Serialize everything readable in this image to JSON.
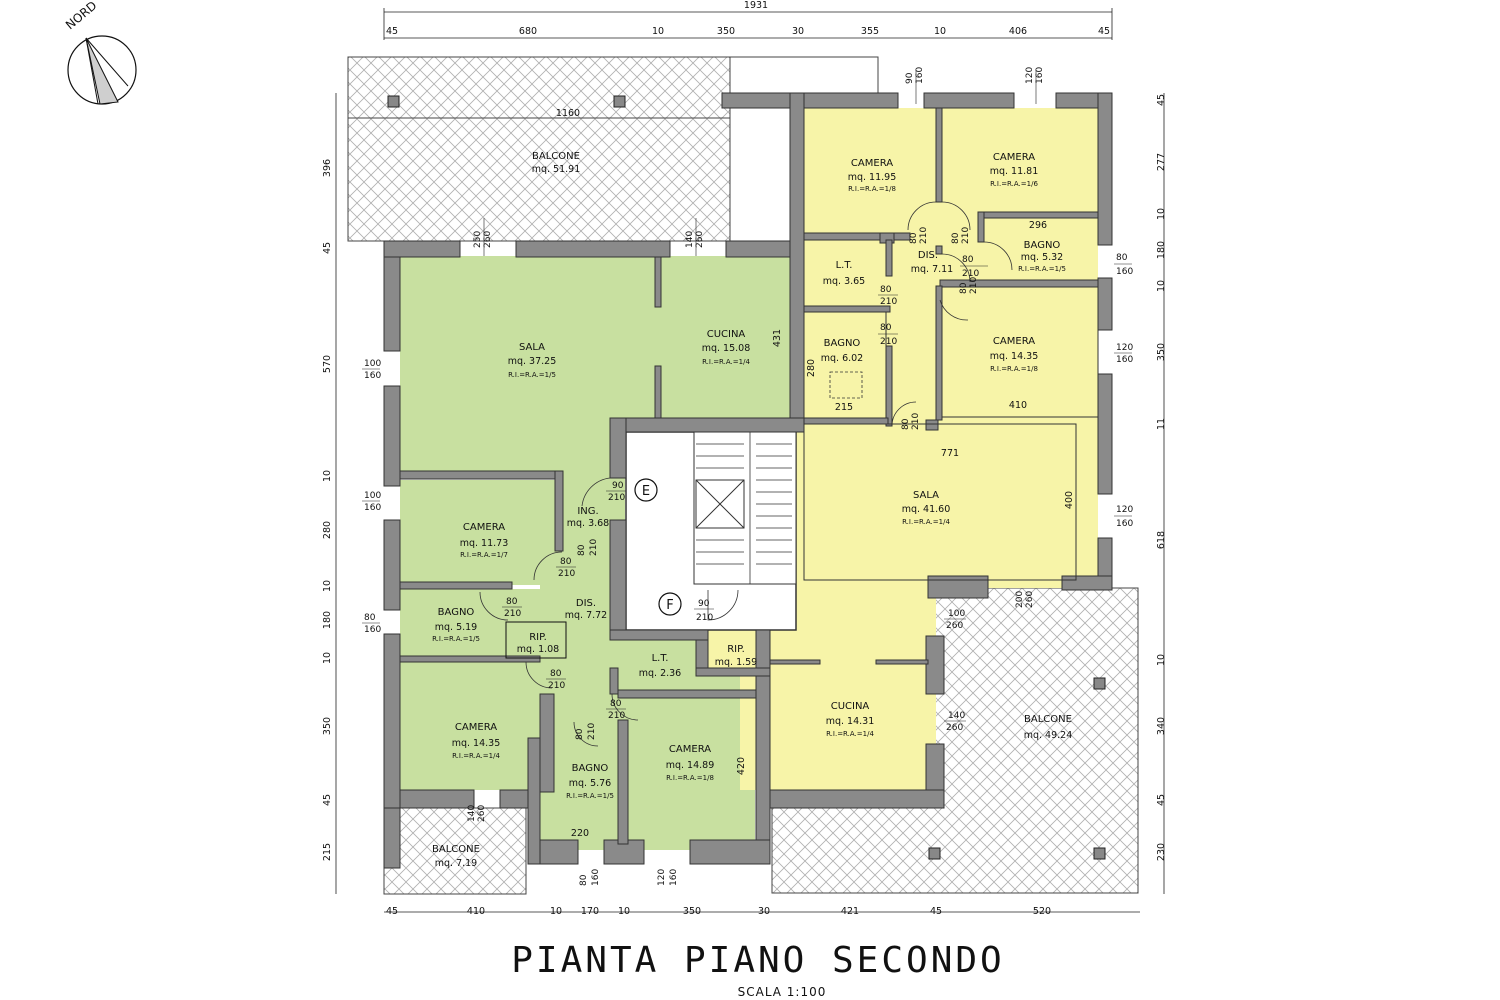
{
  "title": "PIANTA  PIANO  SECONDO",
  "scale": "SCALA  1:100",
  "north_label": "NORD",
  "colors": {
    "green_apartment": "#c8e0a0",
    "yellow_apartment": "#f7f4a8",
    "wall": "#8a8a8a",
    "hatch": "#9a9a9a"
  },
  "top_total": "1931",
  "top_dims": [
    "45",
    "680",
    "10",
    "350",
    "30",
    "355",
    "10",
    "406",
    "45"
  ],
  "bottom_dims": [
    "45",
    "410",
    "10",
    "170",
    "10",
    "350",
    "30",
    "421",
    "45",
    "520"
  ],
  "left_dims": [
    "396",
    "45",
    "570",
    "10",
    "280",
    "10",
    "180",
    "10",
    "350",
    "45",
    "215"
  ],
  "right_dims": [
    "45",
    "277",
    "10",
    "180",
    "10",
    "350",
    "11",
    "618",
    "10",
    "340",
    "45",
    "230"
  ],
  "rooms": [
    {
      "id": "balcone-nw",
      "name": "BALCONE",
      "area": "mq.  51.91",
      "ri": ""
    },
    {
      "id": "sala-green",
      "name": "SALA",
      "area": "mq.  37.25",
      "ri": "R.I.=R.A.=1/5"
    },
    {
      "id": "cucina-green",
      "name": "CUCINA",
      "area": "mq.  15.08",
      "ri": "R.I.=R.A.=1/4"
    },
    {
      "id": "camera-g1",
      "name": "CAMERA",
      "area": "mq.  11.73",
      "ri": "R.I.=R.A.=1/7"
    },
    {
      "id": "ing-green",
      "name": "ING.",
      "area": "mq.  3.68",
      "ri": ""
    },
    {
      "id": "bagno-g1",
      "name": "BAGNO",
      "area": "mq.  5.19",
      "ri": "R.I.=R.A.=1/5"
    },
    {
      "id": "rip-g",
      "name": "RIP.",
      "area": "mq.  1.08",
      "ri": ""
    },
    {
      "id": "dis-green",
      "name": "DIS.",
      "area": "mq.  7.72",
      "ri": ""
    },
    {
      "id": "lt-green",
      "name": "L.T.",
      "area": "mq.  2.36",
      "ri": ""
    },
    {
      "id": "camera-g2",
      "name": "CAMERA",
      "area": "mq.  14.35",
      "ri": "R.I.=R.A.=1/4"
    },
    {
      "id": "bagno-g2",
      "name": "BAGNO",
      "area": "mq.  5.76",
      "ri": "R.I.=R.A.=1/5"
    },
    {
      "id": "camera-g3",
      "name": "CAMERA",
      "area": "mq.  14.89",
      "ri": "R.I.=R.A.=1/8"
    },
    {
      "id": "balcone-sw",
      "name": "BALCONE",
      "area": "mq.  7.19",
      "ri": ""
    },
    {
      "id": "camera-y1",
      "name": "CAMERA",
      "area": "mq.  11.95",
      "ri": "R.I.=R.A.=1/8"
    },
    {
      "id": "camera-y2",
      "name": "CAMERA",
      "area": "mq.  11.81",
      "ri": "R.I.=R.A.=1/6"
    },
    {
      "id": "lt-yellow",
      "name": "L.T.",
      "area": "mq.  3.65",
      "ri": ""
    },
    {
      "id": "dis-yellow",
      "name": "DIS.",
      "area": "mq.  7.11",
      "ri": ""
    },
    {
      "id": "bagno-y1",
      "name": "BAGNO",
      "area": "mq.  5.32",
      "ri": "R.I.=R.A.=1/5"
    },
    {
      "id": "bagno-y2",
      "name": "BAGNO",
      "area": "mq.  6.02",
      "ri": ""
    },
    {
      "id": "camera-y3",
      "name": "CAMERA",
      "area": "mq.  14.35",
      "ri": "R.I.=R.A.=1/8"
    },
    {
      "id": "sala-yellow",
      "name": "SALA",
      "area": "mq.  41.60",
      "ri": "R.I.=R.A.=1/4"
    },
    {
      "id": "rip-y",
      "name": "RIP.",
      "area": "mq.  1.59",
      "ri": ""
    },
    {
      "id": "cucina-yellow",
      "name": "CUCINA",
      "area": "mq.  14.31",
      "ri": "R.I.=R.A.=1/4"
    },
    {
      "id": "balcone-se",
      "name": "BALCONE",
      "area": "mq.  49.24",
      "ri": ""
    }
  ],
  "stair_labels": {
    "e": "E",
    "f": "F"
  },
  "inner_dims": {
    "balcone_nw_width": "1160",
    "cucina_height": "431",
    "bagno_y1_width": "296",
    "camera_y3_width": "410",
    "bagno_y2_width": "215",
    "bagno_y2_height": "280",
    "sala_y_width": "771",
    "sala_y_height": "400",
    "camera_g3_height": "420",
    "bagno_g2_width": "220"
  },
  "openings": [
    {
      "a": "90",
      "b": "160"
    },
    {
      "a": "120",
      "b": "160"
    },
    {
      "a": "250",
      "b": "260"
    },
    {
      "a": "140",
      "b": "260"
    },
    {
      "a": "80",
      "b": "210"
    },
    {
      "a": "80",
      "b": "210"
    },
    {
      "a": "80",
      "b": "160"
    },
    {
      "a": "80",
      "b": "210"
    },
    {
      "a": "80",
      "b": "210"
    },
    {
      "a": "80",
      "b": "210"
    },
    {
      "a": "80",
      "b": "210"
    },
    {
      "a": "120",
      "b": "160"
    },
    {
      "a": "80",
      "b": "210"
    },
    {
      "a": "100",
      "b": "160"
    },
    {
      "a": "90",
      "b": "210"
    },
    {
      "a": "100",
      "b": "160"
    },
    {
      "a": "80",
      "b": "210"
    },
    {
      "a": "80",
      "b": "210"
    },
    {
      "a": "80",
      "b": "160"
    },
    {
      "a": "120",
      "b": "160"
    },
    {
      "a": "200",
      "b": "260"
    },
    {
      "a": "100",
      "b": "260"
    },
    {
      "a": "90",
      "b": "210"
    },
    {
      "a": "80",
      "b": "210"
    },
    {
      "a": "80",
      "b": "210"
    },
    {
      "a": "80",
      "b": "210"
    },
    {
      "a": "140",
      "b": "260"
    },
    {
      "a": "140",
      "b": "260"
    },
    {
      "a": "80",
      "b": "160"
    },
    {
      "a": "120",
      "b": "160"
    },
    {
      "a": "80",
      "b": "210"
    }
  ]
}
